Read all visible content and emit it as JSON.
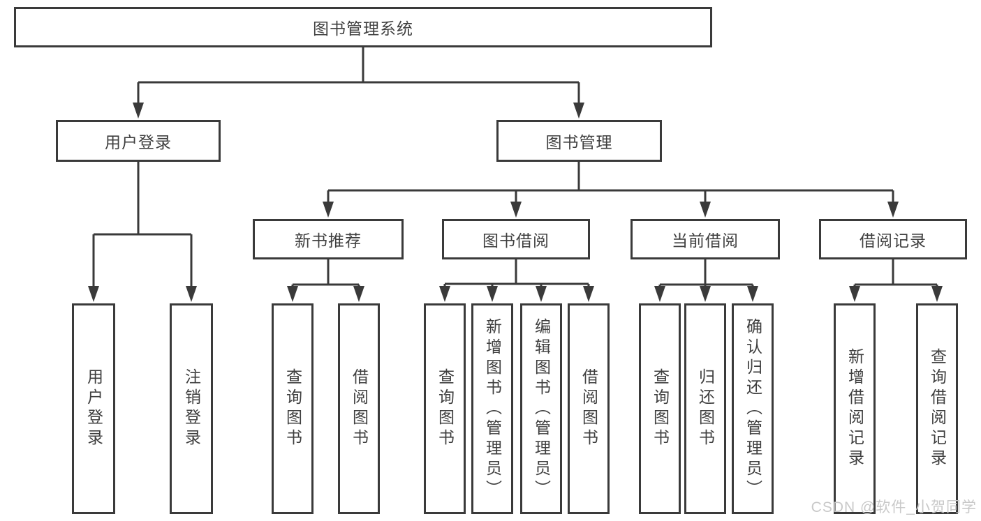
{
  "diagram": {
    "type": "hierarchy-tree",
    "colors": {
      "background": "#ffffff",
      "line": "#3a3a3a",
      "box_border": "#3a3a3a",
      "text": "#3f3f3f",
      "watermark_text": "#c9c9c9"
    },
    "tree": {
      "label": "图书管理系统",
      "children": [
        {
          "label": "用户登录",
          "children": [
            {
              "label": "用户登录"
            },
            {
              "label": "注销登录"
            }
          ]
        },
        {
          "label": "图书管理",
          "children": [
            {
              "label": "新书推荐",
              "children": [
                {
                  "label": "查询图书"
                },
                {
                  "label": "借阅图书"
                }
              ]
            },
            {
              "label": "图书借阅",
              "children": [
                {
                  "label": "查询图书"
                },
                {
                  "label": "新增图书（管理员）"
                },
                {
                  "label": "编辑图书（管理员）"
                },
                {
                  "label": "借阅图书"
                }
              ]
            },
            {
              "label": "当前借阅",
              "children": [
                {
                  "label": "查询图书"
                },
                {
                  "label": "归还图书"
                },
                {
                  "label": "确认归还（管理员）"
                }
              ]
            },
            {
              "label": "借阅记录",
              "children": [
                {
                  "label": "新增借阅记录"
                },
                {
                  "label": "查询借阅记录"
                }
              ]
            }
          ]
        }
      ]
    },
    "watermark": "CSDN @软件_小贺同学"
  }
}
